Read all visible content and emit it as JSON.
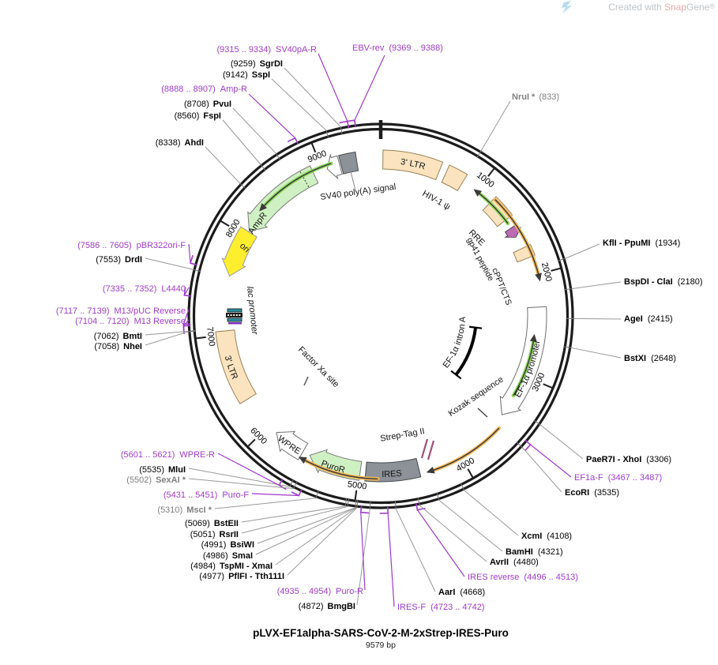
{
  "credit": {
    "prefix": "Created with ",
    "brand_a": "Snap",
    "brand_b": "Gene",
    "reg": "®"
  },
  "plasmid": {
    "name": "pLVX-EF1alpha-SARS-CoV-2-M-2xStrep-IRES-Puro",
    "size": "9579 bp"
  },
  "scale": [
    "1000",
    "2000",
    "3000",
    "4000",
    "5000",
    "6000",
    "7000",
    "8000",
    "9000"
  ],
  "features": {
    "sv40pa": "SV40 poly(A) signal",
    "ltr3_top": "3' LTR",
    "hiv_psi": "HIV-1 ψ",
    "rre": "RRE",
    "gp41": "gp41 peptide",
    "cppt": "cPPT/CTS",
    "ef1a_prom": "EF-1α promoter",
    "ef1a_intron": "EF-1α intron A",
    "kozak": "Kozak sequence",
    "strep": "Strep-Tag II",
    "ires": "IRES",
    "puror": "PuroR",
    "wpre": "WPRE",
    "ltr3_left": "3' LTR",
    "factor_xa": "Factor Xa site",
    "lac": "lac promoter",
    "ori": "ori",
    "ampr": "AmpR"
  },
  "labels": [
    {
      "name": "SV40pA-R",
      "pos": "(9315 .. 9334)"
    },
    {
      "name": "EBV-rev",
      "pos": "(9369 .. 9388)"
    },
    {
      "name": "SgrDI",
      "pos": "(9259)"
    },
    {
      "name": "SspI",
      "pos": "(9142)"
    },
    {
      "name": "Amp-R",
      "pos": "(8888 .. 8907)"
    },
    {
      "name": "PvuI",
      "pos": "(8708)"
    },
    {
      "name": "FspI",
      "pos": "(8560)"
    },
    {
      "name": "AhdI",
      "pos": "(8338)"
    },
    {
      "name": "NruI *",
      "pos": "(833)"
    },
    {
      "name": "KflI - PpuMI",
      "pos": "(1934)"
    },
    {
      "name": "BspDI - ClaI",
      "pos": "(2180)"
    },
    {
      "name": "AgeI",
      "pos": "(2415)"
    },
    {
      "name": "BstXI",
      "pos": "(2648)"
    },
    {
      "name": "PaeR7I - XhoI",
      "pos": "(3306)"
    },
    {
      "name": "EF1a-F",
      "pos": "(3467 .. 3487)"
    },
    {
      "name": "EcoRI",
      "pos": "(3535)"
    },
    {
      "name": "XcmI",
      "pos": "(4108)"
    },
    {
      "name": "BamHI",
      "pos": "(4321)"
    },
    {
      "name": "AvrII",
      "pos": "(4480)"
    },
    {
      "name": "IRES reverse",
      "pos": "(4496 .. 4513)"
    },
    {
      "name": "AarI",
      "pos": "(4668)"
    },
    {
      "name": "IRES-F",
      "pos": "(4723 .. 4742)"
    },
    {
      "name": "BmgBI",
      "pos": "(4872)"
    },
    {
      "name": "Puro-R",
      "pos": "(4935 .. 4954)"
    },
    {
      "name": "PflFI - Tth111I",
      "pos": "(4977)"
    },
    {
      "name": "TspMI - XmaI",
      "pos": "(4984)"
    },
    {
      "name": "SmaI",
      "pos": "(4986)"
    },
    {
      "name": "BsiWI",
      "pos": "(4991)"
    },
    {
      "name": "RsrII",
      "pos": "(5051)"
    },
    {
      "name": "BstEII",
      "pos": "(5069)"
    },
    {
      "name": "MscI *",
      "pos": "(5310)"
    },
    {
      "name": "Puro-F",
      "pos": "(5431 .. 5451)"
    },
    {
      "name": "SexAI *",
      "pos": "(5502)"
    },
    {
      "name": "MluI",
      "pos": "(5535)"
    },
    {
      "name": "WPRE-R",
      "pos": "(5601 .. 5621)"
    },
    {
      "name": "NheI",
      "pos": "(7058)"
    },
    {
      "name": "BmtI",
      "pos": "(7062)"
    },
    {
      "name": "M13 Reverse",
      "pos": "(7104 .. 7120)"
    },
    {
      "name": "M13/pUC Reverse",
      "pos": "(7117 .. 7139)"
    },
    {
      "name": "L4440",
      "pos": "(7335 .. 7352)"
    },
    {
      "name": "DrdI",
      "pos": "(7553)"
    },
    {
      "name": "pBR322ori-F",
      "pos": "(7586 .. 7605)"
    }
  ]
}
